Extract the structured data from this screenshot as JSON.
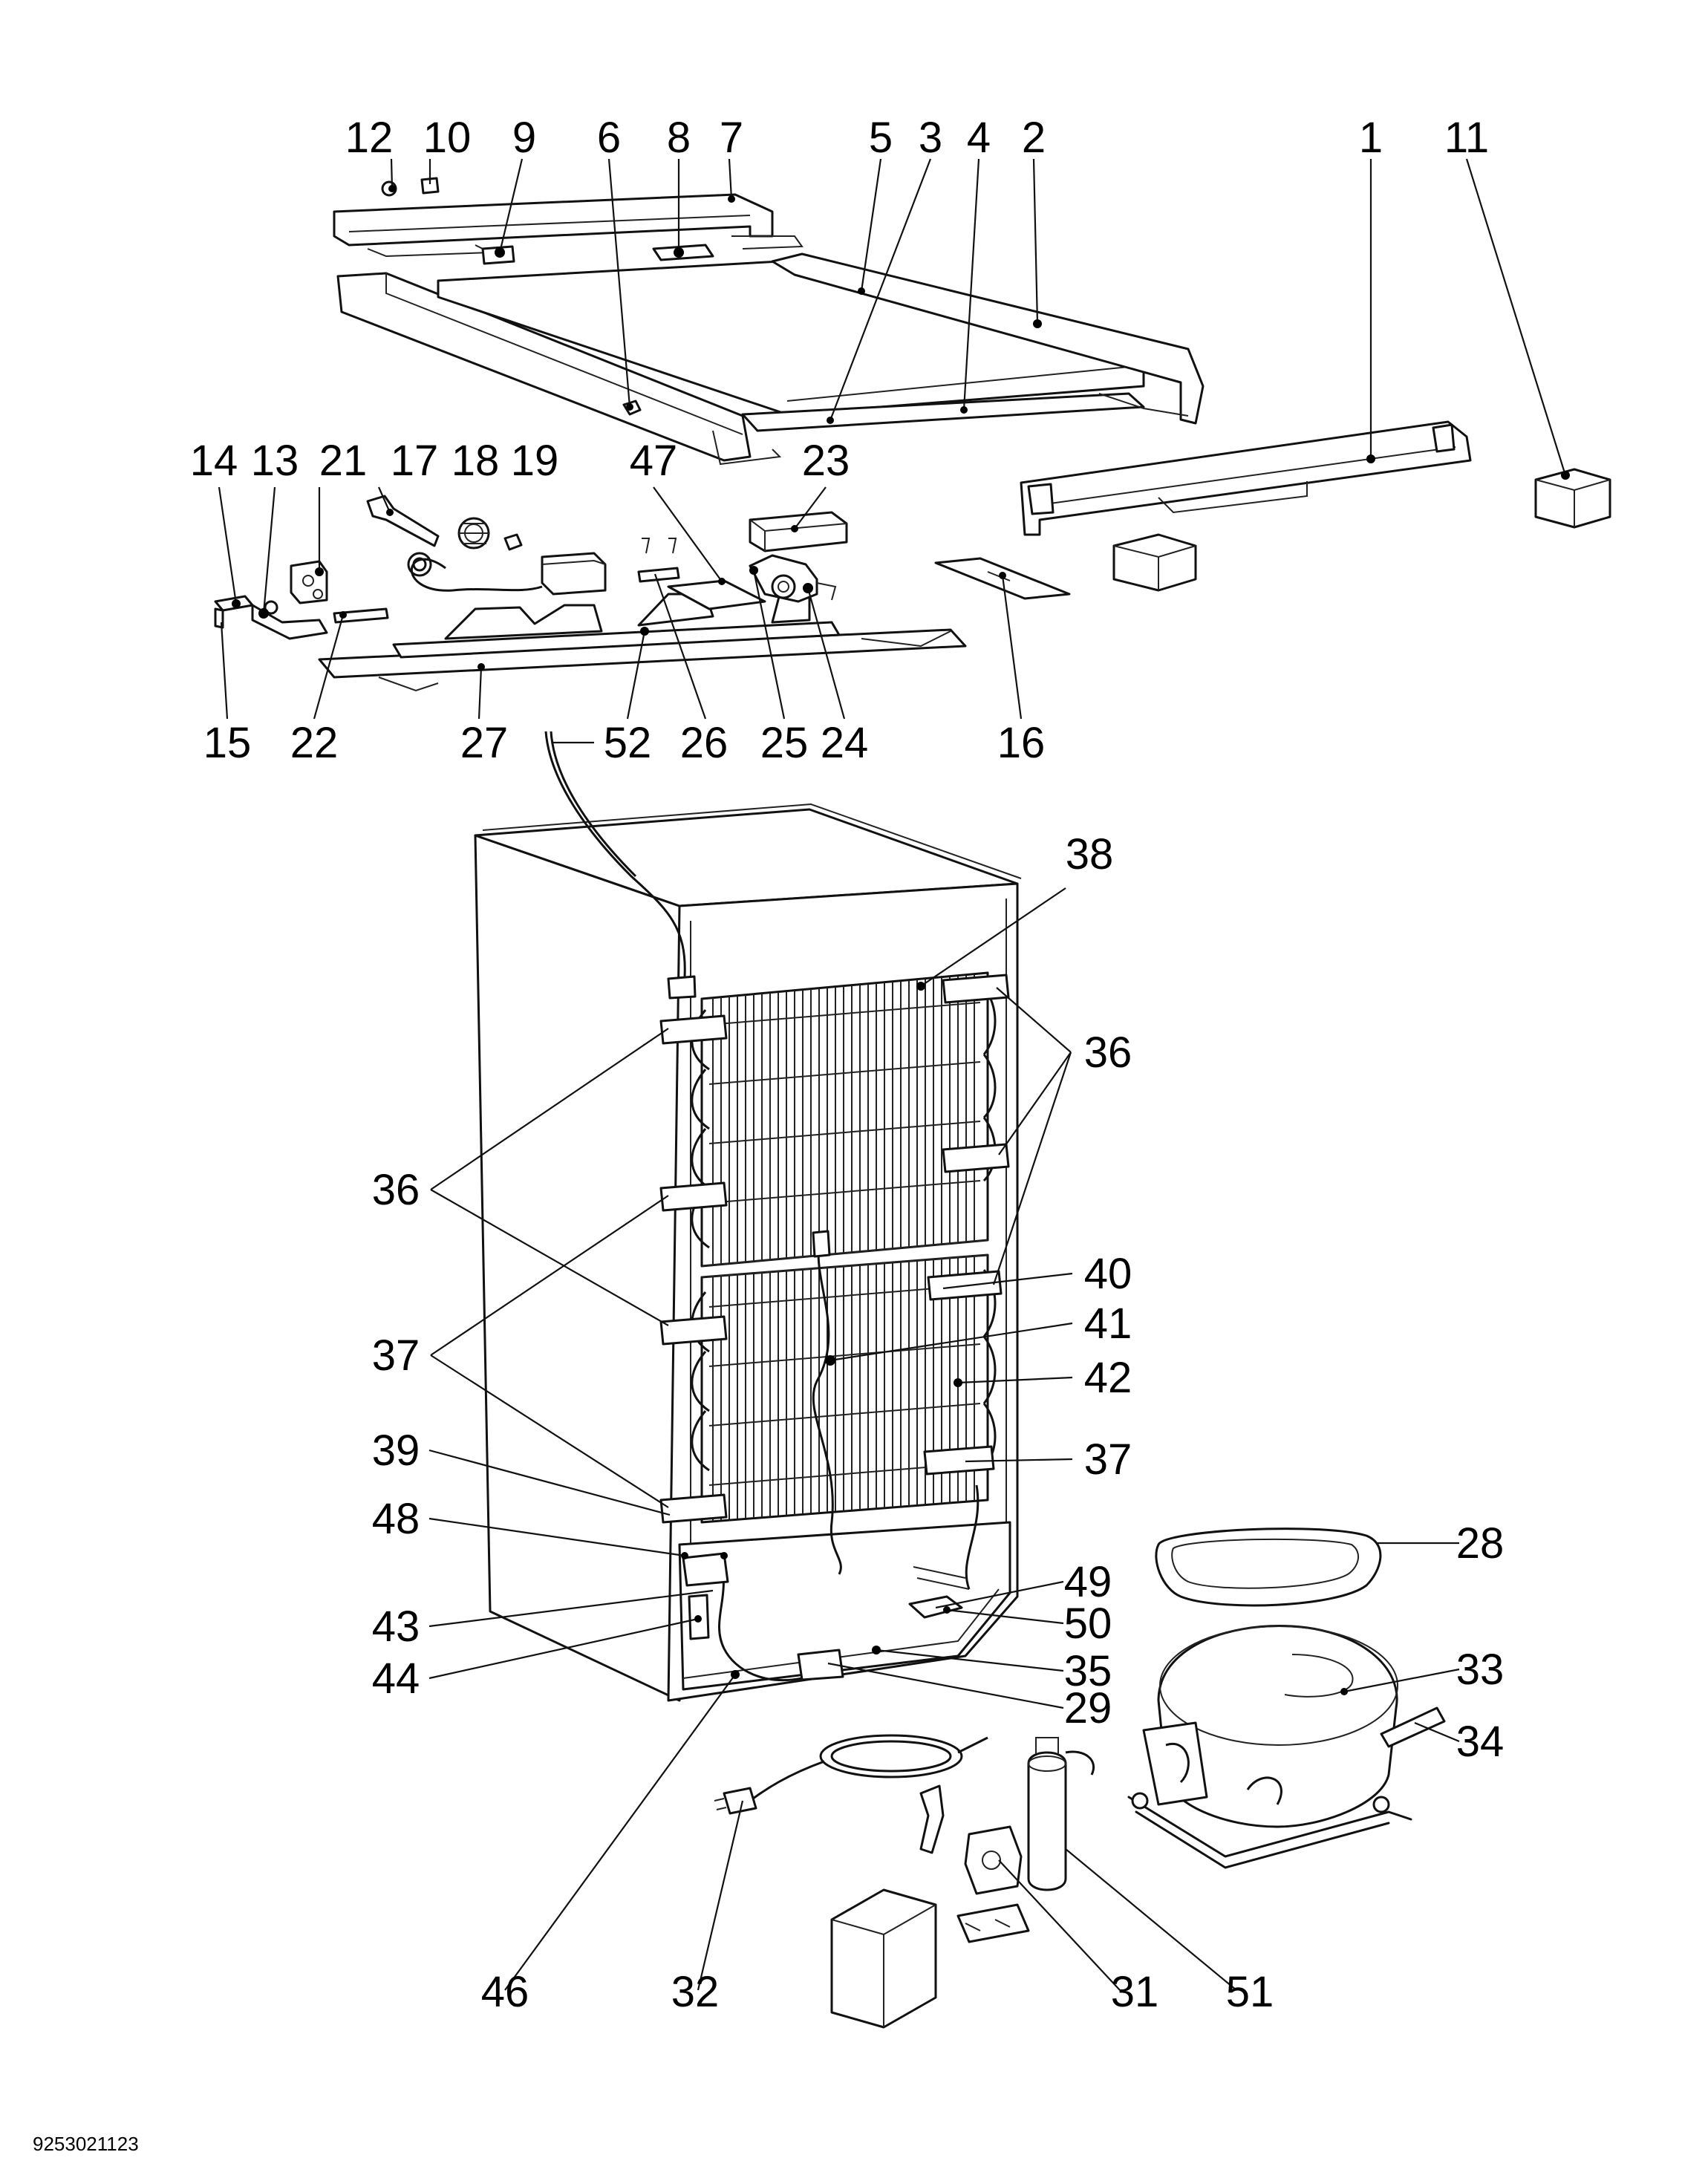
{
  "diagram": {
    "type": "exploded-parts-view",
    "document_id": "9253021123",
    "callouts": [
      {
        "id": "c1",
        "label": "1"
      },
      {
        "id": "c2",
        "label": "2"
      },
      {
        "id": "c3",
        "label": "3"
      },
      {
        "id": "c4",
        "label": "4"
      },
      {
        "id": "c5",
        "label": "5"
      },
      {
        "id": "c6",
        "label": "6"
      },
      {
        "id": "c7",
        "label": "7"
      },
      {
        "id": "c8",
        "label": "8"
      },
      {
        "id": "c9",
        "label": "9"
      },
      {
        "id": "c10",
        "label": "10"
      },
      {
        "id": "c11",
        "label": "11"
      },
      {
        "id": "c12",
        "label": "12"
      },
      {
        "id": "c13",
        "label": "13"
      },
      {
        "id": "c14",
        "label": "14"
      },
      {
        "id": "c15",
        "label": "15"
      },
      {
        "id": "c16",
        "label": "16"
      },
      {
        "id": "c17",
        "label": "17"
      },
      {
        "id": "c18",
        "label": "18"
      },
      {
        "id": "c19",
        "label": "19"
      },
      {
        "id": "c21",
        "label": "21"
      },
      {
        "id": "c22",
        "label": "22"
      },
      {
        "id": "c23",
        "label": "23"
      },
      {
        "id": "c24",
        "label": "24"
      },
      {
        "id": "c25",
        "label": "25"
      },
      {
        "id": "c26",
        "label": "26"
      },
      {
        "id": "c27",
        "label": "27"
      },
      {
        "id": "c28",
        "label": "28"
      },
      {
        "id": "c29",
        "label": "29"
      },
      {
        "id": "c31",
        "label": "31"
      },
      {
        "id": "c32",
        "label": "32"
      },
      {
        "id": "c33",
        "label": "33"
      },
      {
        "id": "c34",
        "label": "34"
      },
      {
        "id": "c35",
        "label": "35"
      },
      {
        "id": "c36a",
        "label": "36"
      },
      {
        "id": "c36b",
        "label": "36"
      },
      {
        "id": "c37a",
        "label": "37"
      },
      {
        "id": "c37b",
        "label": "37"
      },
      {
        "id": "c38",
        "label": "38"
      },
      {
        "id": "c39",
        "label": "39"
      },
      {
        "id": "c40",
        "label": "40"
      },
      {
        "id": "c41",
        "label": "41"
      },
      {
        "id": "c42",
        "label": "42"
      },
      {
        "id": "c43",
        "label": "43"
      },
      {
        "id": "c44",
        "label": "44"
      },
      {
        "id": "c46",
        "label": "46"
      },
      {
        "id": "c47",
        "label": "47"
      },
      {
        "id": "c48",
        "label": "48"
      },
      {
        "id": "c49",
        "label": "49"
      },
      {
        "id": "c50",
        "label": "50"
      },
      {
        "id": "c51",
        "label": "51"
      },
      {
        "id": "c52",
        "label": "52"
      }
    ]
  }
}
